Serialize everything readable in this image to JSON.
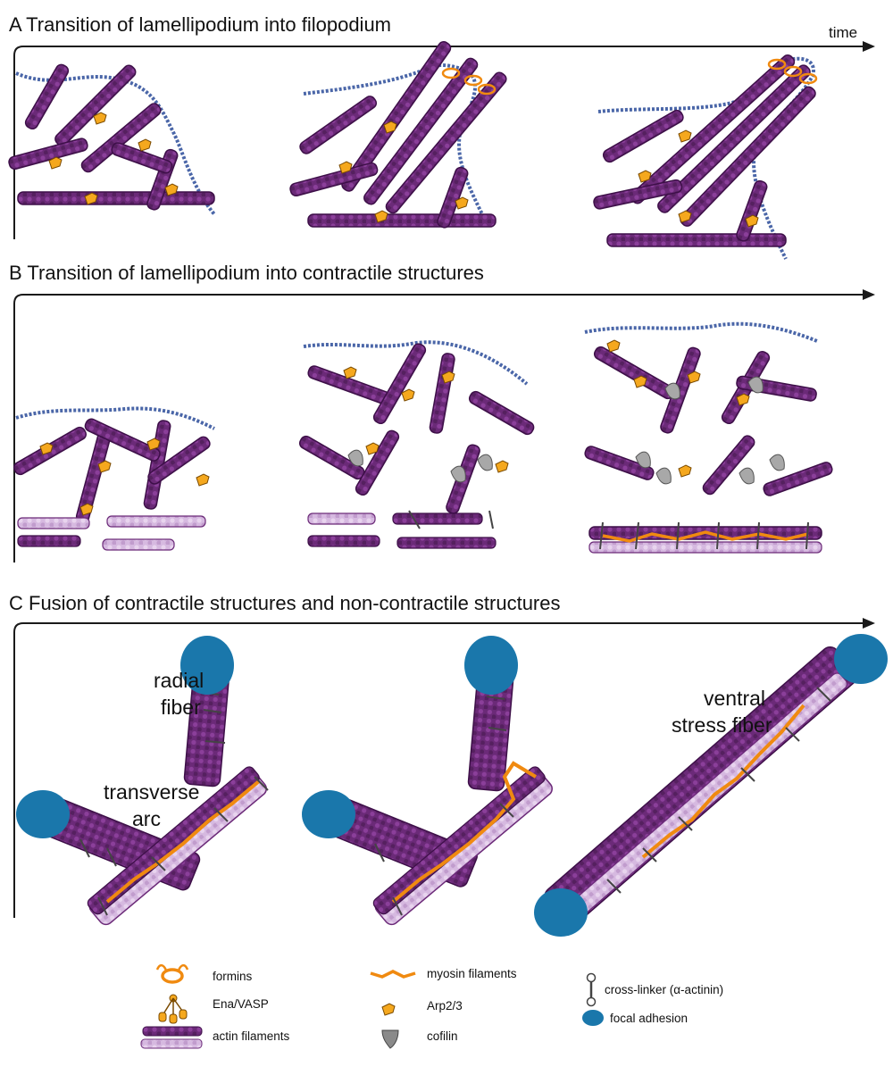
{
  "panels": {
    "a": {
      "title": "A  Transition of lamellipodium into filopodium",
      "time_label": "time"
    },
    "b": {
      "title": "B  Transition of lamellipodium into contractile structures"
    },
    "c": {
      "title": "C  Fusion of contractile structures and non-contractile structures"
    }
  },
  "structure_labels": {
    "radial_1": "radial",
    "radial_2": "fiber",
    "transverse_1": "transverse",
    "transverse_2": "arc",
    "ventral_1": "ventral",
    "ventral_2": "stress fiber"
  },
  "legend": {
    "formins": "formins",
    "ena_vasp": "Ena/VASP",
    "actin": "actin filaments",
    "myosin": "myosin filaments",
    "arp23": "Arp2/3",
    "cofilin": "cofilin",
    "crosslinker": "cross-linker (α-actinin)",
    "focal_adhesion": "focal adhesion"
  },
  "colors": {
    "actin": "#6b2a78",
    "actin_dark": "#3d0f48",
    "actin_light": "#d6b9e0",
    "arp23": "#f5a81e",
    "myosin": "#f08a10",
    "membrane": "#4a66a8",
    "cofilin": "#a8a8a8",
    "focal_adhesion": "#1a77ab",
    "axis": "#1a1a1a"
  }
}
